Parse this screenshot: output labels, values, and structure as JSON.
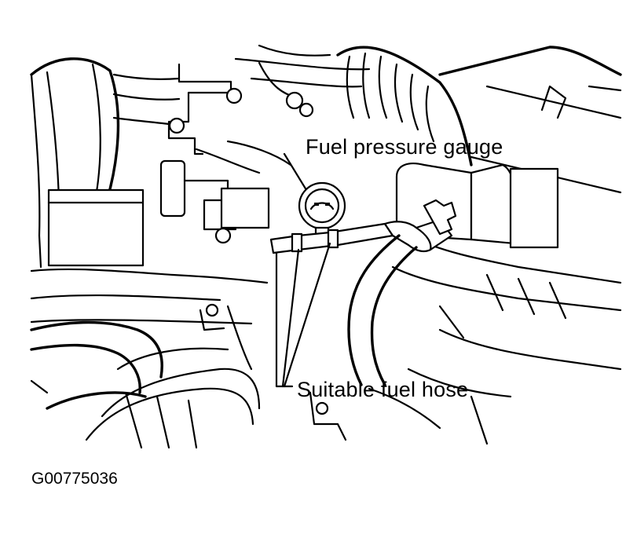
{
  "labels": {
    "fuel_pressure_gauge": "Fuel pressure gauge",
    "suitable_fuel_hose": "Suitable fuel hose"
  },
  "figure_id": "G00775036",
  "colors": {
    "line": "#000000",
    "background": "#ffffff"
  }
}
